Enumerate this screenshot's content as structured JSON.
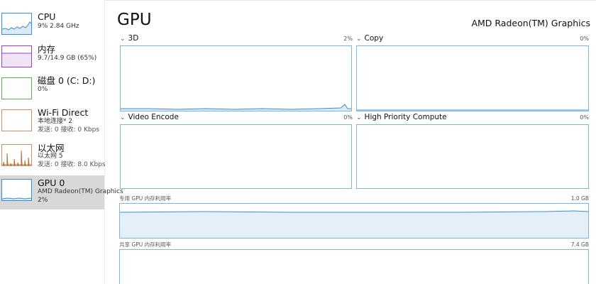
{
  "sidebar": {
    "items": [
      {
        "title": "CPU",
        "sub1": "9% 2.84 GHz",
        "sub2": "",
        "color": "#3a8ed4"
      },
      {
        "title": "内存",
        "sub1": "9.7/14.9 GB (65%)",
        "sub2": "",
        "color": "#9a3fb4"
      },
      {
        "title": "磁盘 0 (C: D:)",
        "sub1": "0%",
        "sub2": "",
        "color": "#5ab349"
      },
      {
        "title": "Wi-Fi Direct",
        "sub1": "本地连接* 2",
        "sub2": "发送: 0 接收: 0 Kbps",
        "color": "#b46a28"
      },
      {
        "title": "以太网",
        "sub1": "以太网 5",
        "sub2": "发送: 0 接收: 8.0 Kbps",
        "color": "#b46a28"
      },
      {
        "title": "GPU 0",
        "sub1": "AMD Radeon(TM) Graphics",
        "sub2": "2%",
        "color": "#3a8ed4"
      }
    ]
  },
  "main": {
    "title": "GPU",
    "adapter": "AMD Radeon(TM) Graphics",
    "engines": [
      {
        "label": "3D",
        "pct": "2%"
      },
      {
        "label": "Copy",
        "pct": "0%"
      },
      {
        "label": "Video Encode",
        "pct": "0%"
      },
      {
        "label": "High Priority Compute",
        "pct": "0%"
      }
    ],
    "dedicated": {
      "label": "专用 GPU 内存利用率",
      "max": "1.0 GB"
    },
    "shared": {
      "label": "共享 GPU 内存利用率",
      "max": "7.4 GB"
    }
  },
  "colors": {
    "accent": "#3a8ed4",
    "graph_border": "#7fb6e0",
    "selected_bg": "#d8d8d8"
  }
}
